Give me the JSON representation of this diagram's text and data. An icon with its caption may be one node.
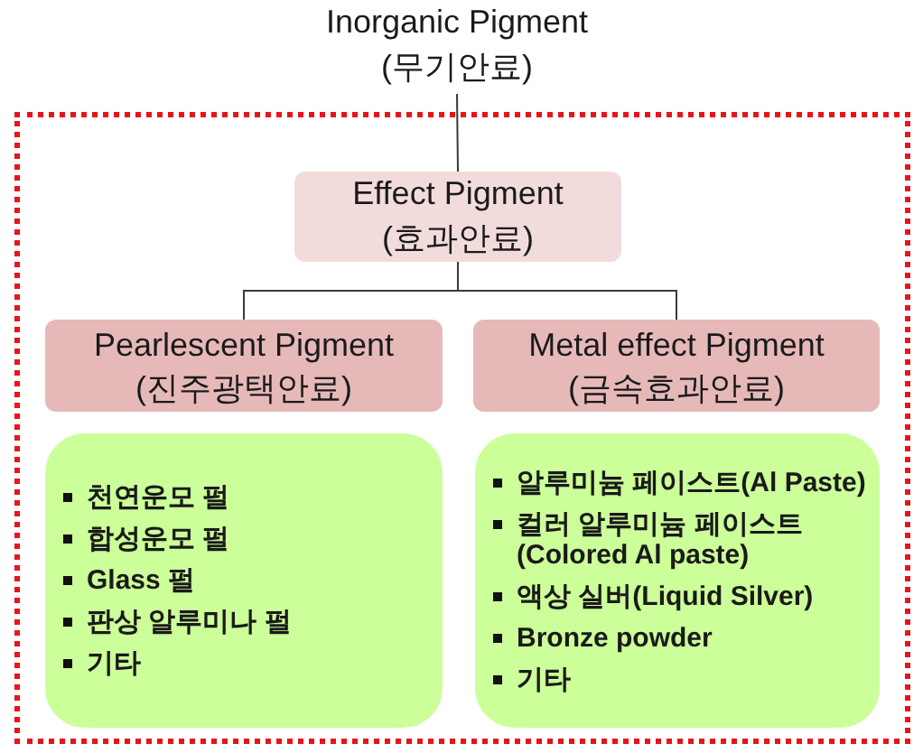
{
  "diagram": {
    "nodes": [
      {
        "text": [
          "Inorganic Pigment",
          "(무기안료)"
        ]
      },
      {
        "text": [],
        "shape": "box"
      },
      {
        "text": [
          "Effect Pigment",
          "(효과안료)"
        ],
        "in": 1
      },
      {
        "text": [
          "Pearlescent Pigment",
          "(진주광택안료)"
        ],
        "in": 1
      },
      {
        "text": [
          "Metal effect Pigment",
          "(금속효과안료)"
        ],
        "in": 1
      },
      {
        "text": [
          "천연운모 펄",
          "합성운모 펄",
          "Glass 펄",
          "판상 알루미나 펄",
          "기타"
        ],
        "in": 1
      },
      {
        "text": [
          "알루미늄 페이스트(Al Paste)",
          "컬러 알루미늄 페이스트 (Colored Al paste)",
          "액상 실버(Liquid Silver)",
          "Bronze powder",
          "기타"
        ],
        "in": 1
      }
    ],
    "edges": [
      {
        "from": 0,
        "to": 2,
        "arrow": "none"
      },
      {
        "from": 2,
        "to": 3,
        "arrow": "none"
      },
      {
        "from": 2,
        "to": 4,
        "arrow": "none"
      }
    ]
  }
}
